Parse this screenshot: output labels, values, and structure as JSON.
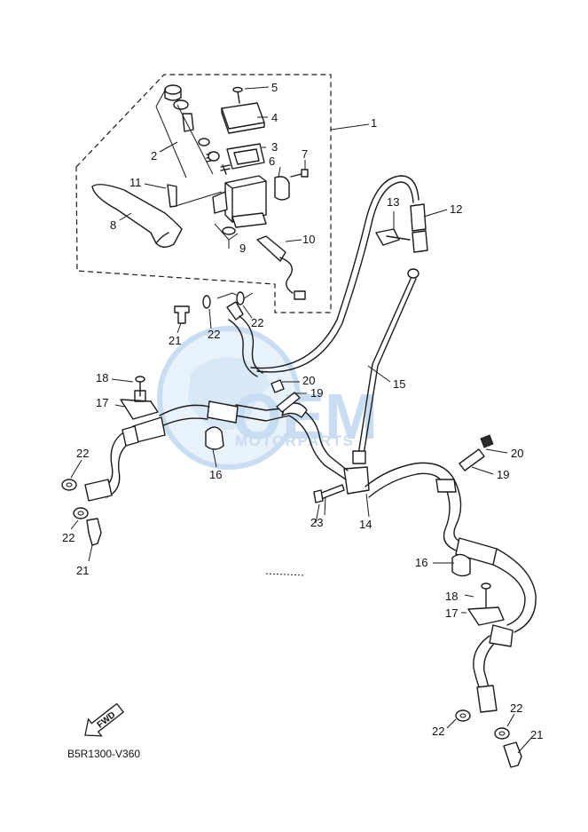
{
  "diagram_code": "B5R1300-V360",
  "fwd_label": "FWD",
  "watermark": {
    "main": "OEM",
    "sub": "MOTORPARTS",
    "color": "#9cc3e6"
  },
  "callouts": [
    "1",
    "2",
    "3",
    "4",
    "5",
    "6",
    "7",
    "8",
    "9",
    "10",
    "11",
    "12",
    "13",
    "14",
    "15",
    "16",
    "17",
    "18",
    "19",
    "20",
    "21",
    "22",
    "23"
  ],
  "colors": {
    "line": "#1a1a1a",
    "background": "#ffffff"
  }
}
